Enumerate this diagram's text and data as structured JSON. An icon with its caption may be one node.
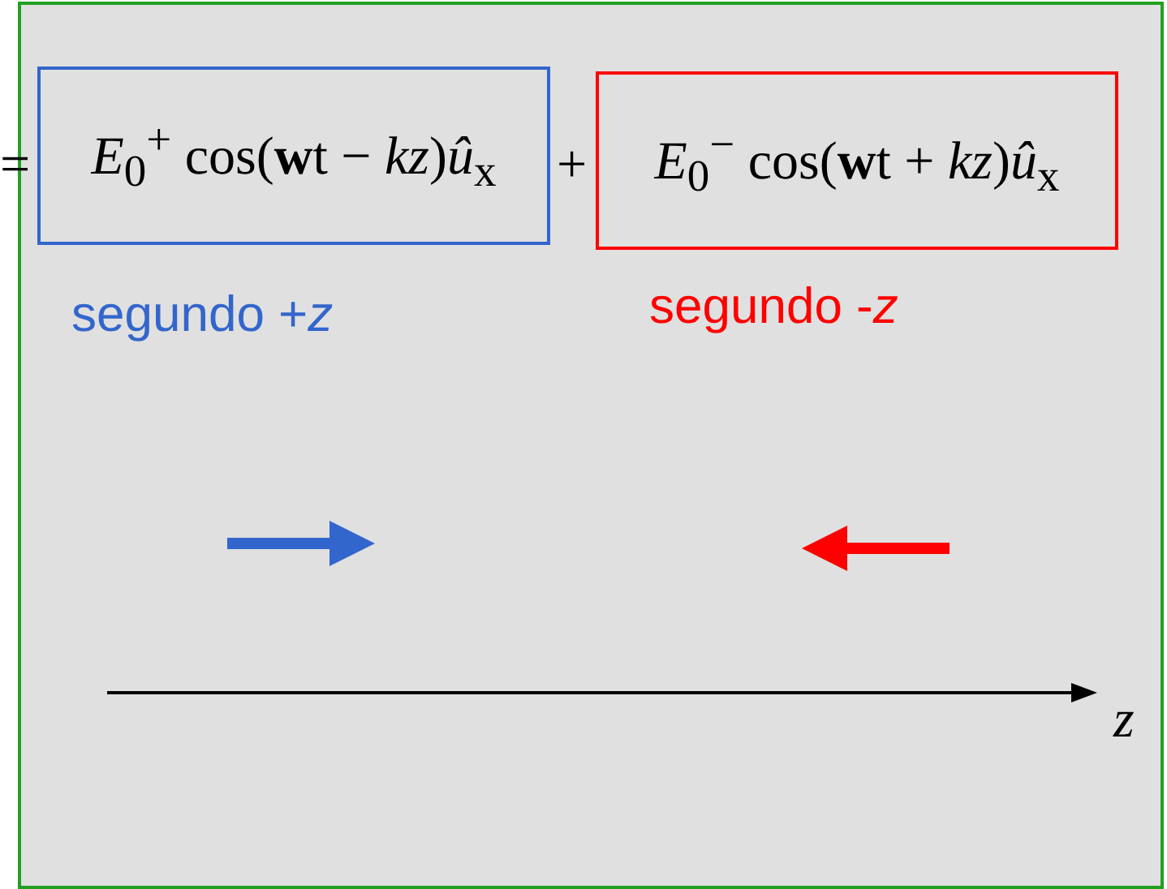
{
  "diagram": {
    "nodes": [
      {
        "text": [
          "*E*$_{0}$$^{+}$ cos(**w**t − *kz*)*û*$_{x}$"
        ]
      },
      {
        "text": [
          "*E*$_{0}$$^{−}$ cos(**w**t + *kz*)*û*$_{x}$"
        ]
      }
    ],
    "edges": [],
    "labels": [
      "=",
      "+",
      "segundo +*z*",
      "segundo -*z*",
      "*z*"
    ]
  }
}
